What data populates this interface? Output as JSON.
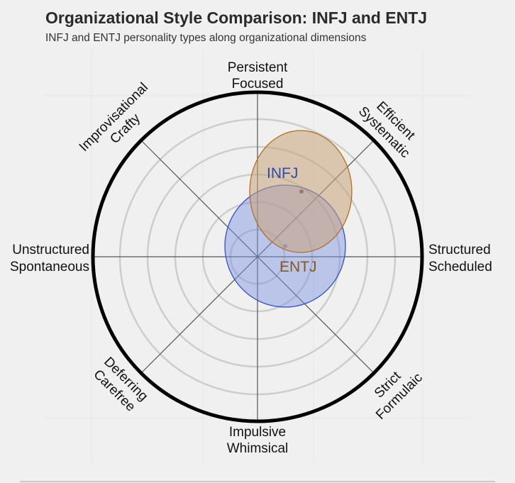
{
  "header": {
    "title": "Organizational Style Comparison: INFJ and ENTJ",
    "subtitle": "INFJ and ENTJ personality types along organizational dimensions"
  },
  "colors": {
    "background": "#f0f0f0",
    "ring": "#cccccc",
    "outer_ring": "#000000",
    "spoke": "#555555",
    "infj_fill": "#c8a27a",
    "infj_stroke": "#b07020",
    "infj_label": "#2f4aa8",
    "entj_fill": "#7b8fe0",
    "entj_stroke": "#3050c8",
    "entj_label": "#8a5620"
  },
  "axes": {
    "top": [
      "Persistent",
      "Focused"
    ],
    "top_right": [
      "Efficient",
      "Systematic"
    ],
    "right": [
      "Structured",
      "Scheduled"
    ],
    "bottom_right": [
      "Strict",
      "Formulaic"
    ],
    "bottom": [
      "Impulsive",
      "Whimsical"
    ],
    "bottom_left": [
      "Deferring",
      "Carefree"
    ],
    "left": [
      "Unstructured",
      "Spontaneous"
    ],
    "top_left": [
      "Improvisational",
      "Crafty"
    ]
  },
  "series": {
    "infj": {
      "label": "INFJ"
    },
    "entj": {
      "label": "ENTJ"
    }
  },
  "chart_data": {
    "type": "scatter",
    "subtype": "polar-ellipse",
    "title": "Organizational Style Comparison: INFJ and ENTJ",
    "subtitle": "INFJ and ENTJ personality types along organizational dimensions",
    "axes": [
      {
        "angle_deg": 90,
        "label": "Persistent / Focused"
      },
      {
        "angle_deg": 45,
        "label": "Efficient / Systematic"
      },
      {
        "angle_deg": 0,
        "label": "Structured / Scheduled"
      },
      {
        "angle_deg": -45,
        "label": "Strict / Formulaic"
      },
      {
        "angle_deg": -90,
        "label": "Impulsive / Whimsical"
      },
      {
        "angle_deg": -135,
        "label": "Deferring / Carefree"
      },
      {
        "angle_deg": 180,
        "label": "Unstructured / Spontaneous"
      },
      {
        "angle_deg": 135,
        "label": "Improvisational / Crafty"
      }
    ],
    "radial_range": [
      0,
      6
    ],
    "rings": [
      1,
      2,
      3,
      4,
      5,
      6
    ],
    "series": [
      {
        "name": "INFJ",
        "center_x": 1.6,
        "center_y": 2.4,
        "spread_x": 1.9,
        "spread_y": 2.2,
        "color": "#c8a27a"
      },
      {
        "name": "ENTJ",
        "center_x": 1.0,
        "center_y": 0.4,
        "spread_x": 2.2,
        "spread_y": 2.2,
        "color": "#7b8fe0"
      }
    ],
    "legend": "inline labels"
  }
}
